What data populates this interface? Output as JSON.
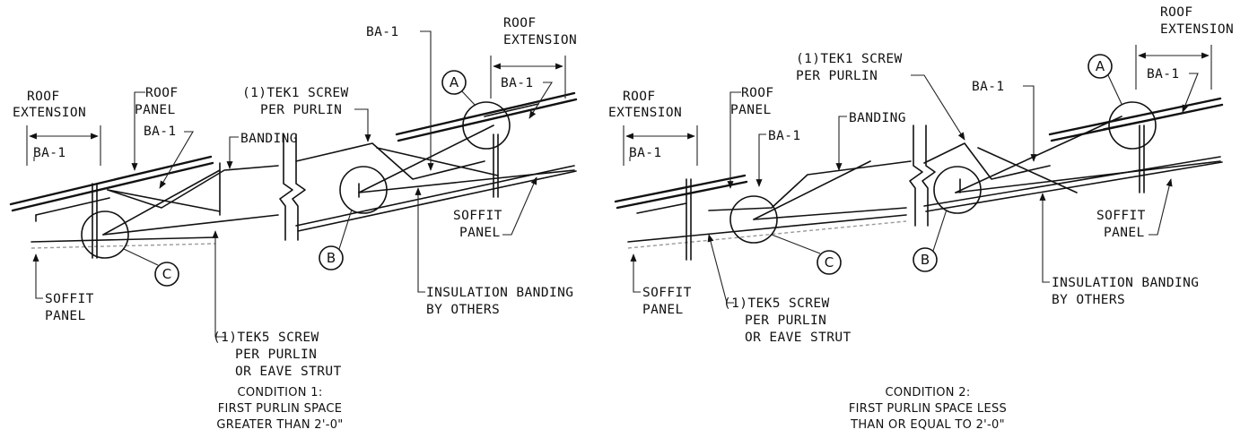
{
  "panels": [
    {
      "labels": {
        "roof_extension_left": [
          "ROOF",
          "EXTENSION"
        ],
        "roof_panel": [
          "ROOF",
          "PANEL"
        ],
        "ba1_dim_left": "BA-1",
        "ba1_left": "BA-1",
        "banding": "BANDING",
        "tek1": [
          "(1)TEK1 SCREW",
          "PER PURLIN"
        ],
        "ba1_top": "BA-1",
        "roof_extension_right": [
          "ROOF",
          "EXTENSION"
        ],
        "ba1_dim_right": "BA-1",
        "soffit_right": [
          "SOFFIT",
          "PANEL"
        ],
        "insulation": [
          "INSULATION BANDING",
          "BY OTHERS"
        ],
        "tek5": [
          "(1)TEK5 SCREW",
          "PER PURLIN",
          "OR EAVE STRUT"
        ],
        "soffit_left": [
          "SOFFIT",
          "PANEL"
        ]
      },
      "bubbles": {
        "a": "A",
        "b": "B",
        "c": "C"
      },
      "caption": [
        "CONDITION 1:",
        "FIRST PURLIN SPACE",
        "GREATER THAN 2'-0\""
      ]
    },
    {
      "labels": {
        "roof_extension_left": [
          "ROOF",
          "EXTENSION"
        ],
        "roof_panel": [
          "ROOF",
          "PANEL"
        ],
        "ba1_dim_left": "BA-1",
        "ba1_left": "BA-1",
        "banding": "BANDING",
        "tek1": [
          "(1)TEK1 SCREW",
          "PER PURLIN"
        ],
        "ba1_top": "BA-1",
        "roof_extension_right": [
          "ROOF",
          "EXTENSION"
        ],
        "ba1_dim_right": "BA-1",
        "soffit_right": [
          "SOFFIT",
          "PANEL"
        ],
        "insulation": [
          "INSULATION BANDING",
          "BY OTHERS"
        ],
        "tek5": [
          "(1)TEK5 SCREW",
          "PER PURLIN",
          "OR EAVE STRUT"
        ],
        "soffit_left": [
          "SOFFIT",
          "PANEL"
        ]
      },
      "bubbles": {
        "a": "A",
        "b": "B",
        "c": "C"
      },
      "caption": [
        "CONDITION 2:",
        "FIRST PURLIN SPACE LESS",
        "THAN OR EQUAL TO 2'-0\""
      ]
    }
  ]
}
